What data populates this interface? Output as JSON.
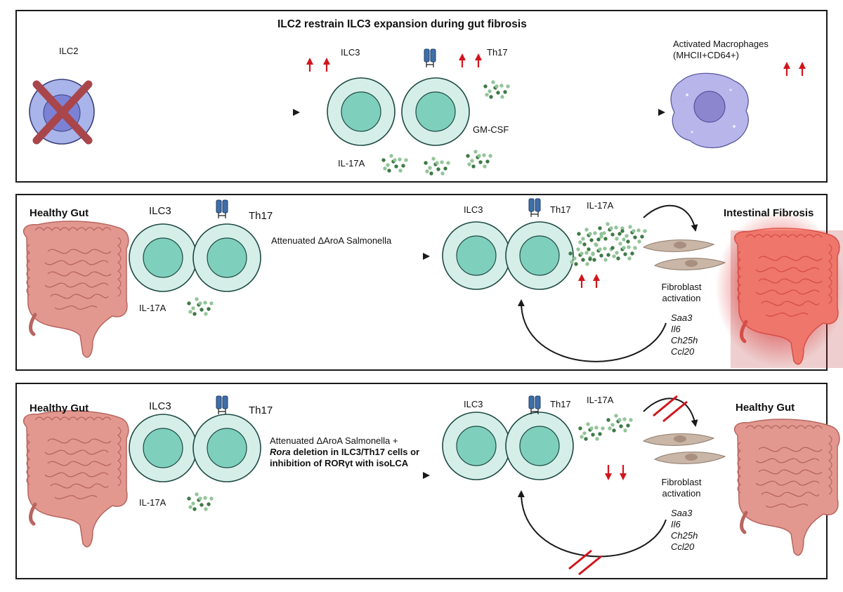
{
  "panel_top": {
    "title": "ILC2 restrain ILC3 expansion during gut fibrosis",
    "ilc2": "ILC2",
    "ilc3": "ILC3",
    "th17": "Th17",
    "gmcsf": "GM-CSF",
    "il17a": "IL-17A",
    "macro_line1": "Activated Macrophages",
    "macro_line2": "(MHCII+CD64+)"
  },
  "panel_mid": {
    "healthy": "Healthy Gut",
    "ilc3": "ILC3",
    "th17": "Th17",
    "il17a": "IL-17A",
    "arrow_label": "Attenuated ΔAroA Salmonella",
    "ilc3_b": "ILC3",
    "th17_b": "Th17",
    "il17a_b": "IL-17A",
    "fibro_line1": "Fibroblast",
    "fibro_line2": "activation",
    "genes": [
      "Saa3",
      "Il6",
      "Ch25h",
      "Ccl20"
    ],
    "outcome": "Intestinal Fibrosis"
  },
  "panel_bot": {
    "healthy": "Healthy Gut",
    "ilc3": "ILC3",
    "th17": "Th17",
    "il17a": "IL-17A",
    "arrow_line1": "Attenuated ΔAroA Salmonella +",
    "arrow_line2_em": "Rora",
    "arrow_line2_rest": " deletion in ILC3/Th17 cells or",
    "arrow_line3": "inhibition of RORγt with isoLCA",
    "ilc3_b": "ILC3",
    "th17_b": "Th17",
    "il17a_b": "IL-17A",
    "fibro_line1": "Fibroblast",
    "fibro_line2": "activation",
    "genes": [
      "Saa3",
      "Il6",
      "Ch25h",
      "Ccl20"
    ],
    "outcome": "Healthy Gut"
  },
  "colors": {
    "cell_fill": "#d5efe8",
    "nucleus_fill": "#7fcfbd",
    "cell_stroke": "#1e4a44",
    "arrow_red": "#d0161c",
    "receptor_blue": "#3f6ea8",
    "ilc2_outer": "#a9b4ea",
    "ilc2_inner": "#7b82d6",
    "cross": "#a8464b",
    "macro": "#b7b5ea",
    "macro_nucleus": "#8c86cf",
    "gut": "#e2988f",
    "gut_dark": "#b86560",
    "fibro": "#c9b6a7",
    "cytokine_dark": "#3e7a45",
    "cytokine_light": "#93c59a"
  }
}
